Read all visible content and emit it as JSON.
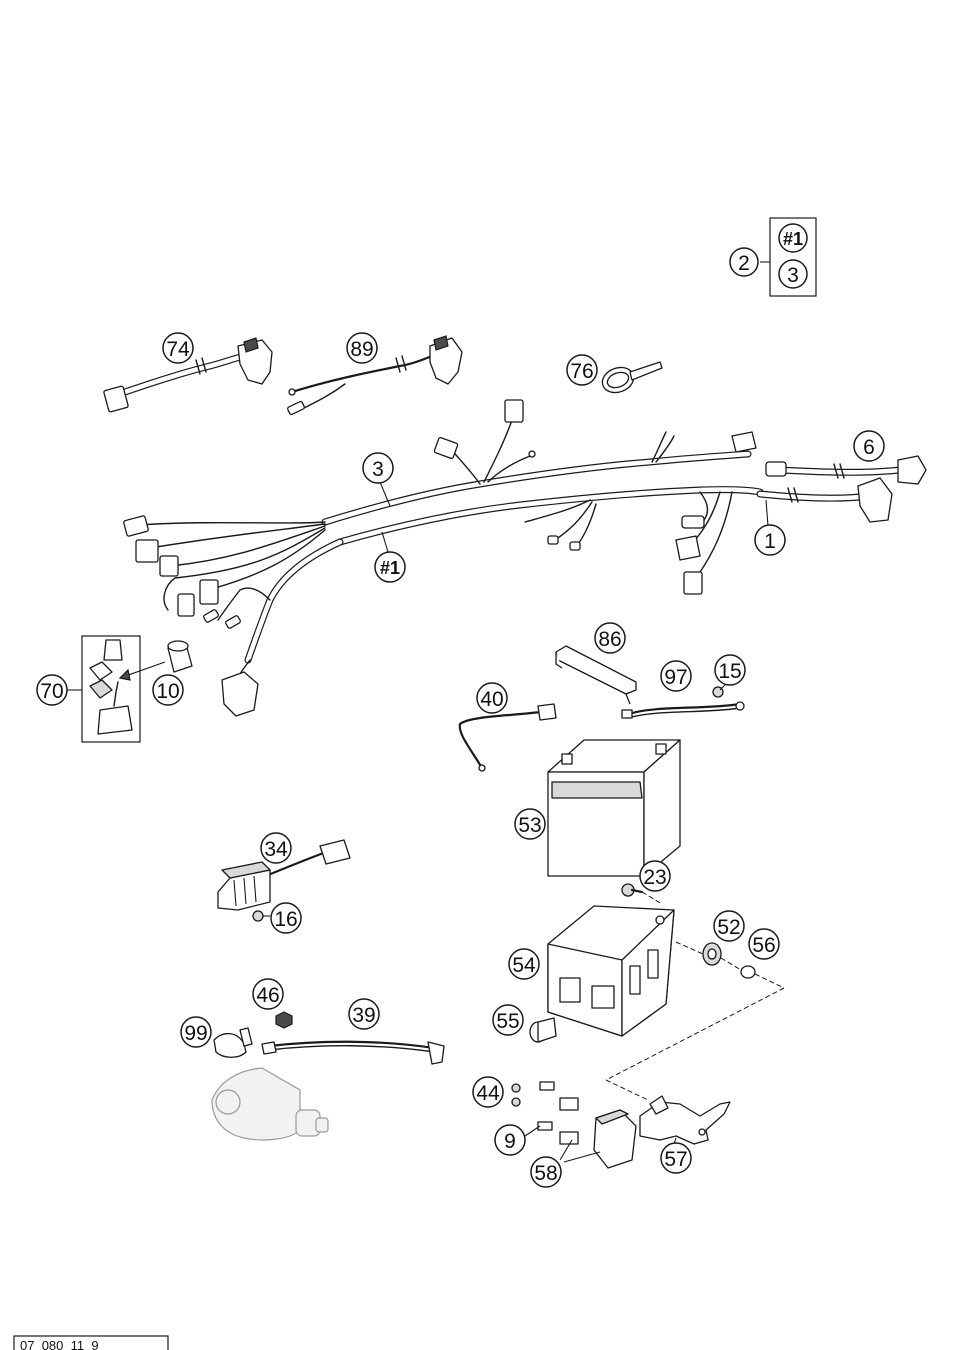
{
  "diagram": {
    "callouts": [
      {
        "id": "c2",
        "label": "2"
      },
      {
        "id": "c1a",
        "label": "#1"
      },
      {
        "id": "c3a",
        "label": "3"
      },
      {
        "id": "c74",
        "label": "74"
      },
      {
        "id": "c89",
        "label": "89"
      },
      {
        "id": "c76",
        "label": "76"
      },
      {
        "id": "c6",
        "label": "6"
      },
      {
        "id": "c3b",
        "label": "3"
      },
      {
        "id": "c1b",
        "label": "#1"
      },
      {
        "id": "c1",
        "label": "1"
      },
      {
        "id": "c70",
        "label": "70"
      },
      {
        "id": "c10",
        "label": "10"
      },
      {
        "id": "c86",
        "label": "86"
      },
      {
        "id": "c97",
        "label": "97"
      },
      {
        "id": "c15",
        "label": "15"
      },
      {
        "id": "c40",
        "label": "40"
      },
      {
        "id": "c53",
        "label": "53"
      },
      {
        "id": "c34",
        "label": "34"
      },
      {
        "id": "c16",
        "label": "16"
      },
      {
        "id": "c23",
        "label": "23"
      },
      {
        "id": "c52",
        "label": "52"
      },
      {
        "id": "c56",
        "label": "56"
      },
      {
        "id": "c54",
        "label": "54"
      },
      {
        "id": "c46",
        "label": "46"
      },
      {
        "id": "c39",
        "label": "39"
      },
      {
        "id": "c99",
        "label": "99"
      },
      {
        "id": "c55",
        "label": "55"
      },
      {
        "id": "c44",
        "label": "44"
      },
      {
        "id": "c9",
        "label": "9"
      },
      {
        "id": "c58",
        "label": "58"
      },
      {
        "id": "c57",
        "label": "57"
      }
    ]
  },
  "footer": {
    "code": "07_080_11_9"
  }
}
